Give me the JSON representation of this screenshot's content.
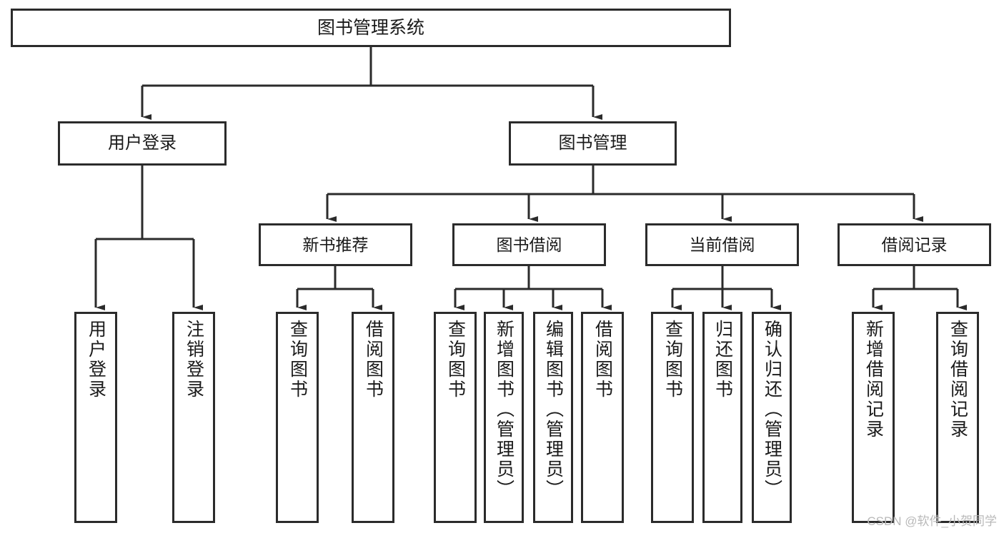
{
  "diagram": {
    "title": "图书管理系统",
    "type": "hierarchy-tree",
    "root": {
      "label": "图书管理系统"
    },
    "level2": [
      {
        "label": "用户登录"
      },
      {
        "label": "图书管理"
      }
    ],
    "level3": [
      {
        "label": "新书推荐"
      },
      {
        "label": "图书借阅"
      },
      {
        "label": "当前借阅"
      },
      {
        "label": "借阅记录"
      }
    ],
    "leaves": {
      "user_login": [
        {
          "label": "用户登录"
        },
        {
          "label": "注销登录"
        }
      ],
      "new_book": [
        {
          "label": "查询图书"
        },
        {
          "label": "借阅图书"
        }
      ],
      "book_borrow": [
        {
          "label": "查询图书"
        },
        {
          "label": "新增图书（管理员）"
        },
        {
          "label": "编辑图书（管理员）"
        },
        {
          "label": "借阅图书"
        }
      ],
      "current_borrow": [
        {
          "label": "查询图书"
        },
        {
          "label": "归还图书"
        },
        {
          "label": "确认归还（管理员）"
        }
      ],
      "borrow_record": [
        {
          "label": "新增借阅记录"
        },
        {
          "label": "查询借阅记录"
        }
      ]
    }
  },
  "watermark": {
    "text": "CSDN @软件_小贺同学"
  },
  "colors": {
    "stroke": "#2b2b2b",
    "fill": "#ffffff",
    "text": "#1a1a1a",
    "watermark": "#b9b9b9"
  }
}
